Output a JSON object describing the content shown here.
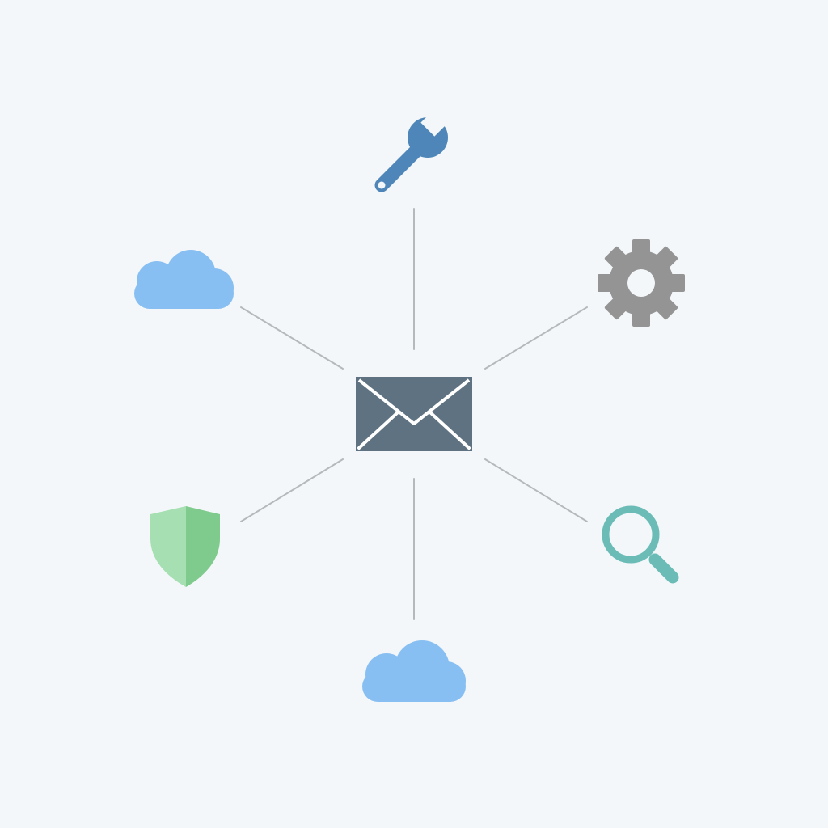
{
  "diagram": {
    "background": "#f3f7f9",
    "connector_color": "#b6b9bb",
    "hub": {
      "icon": "envelope-icon",
      "color": "#5f7282"
    },
    "nodes": [
      {
        "id": "top",
        "icon": "wrench-icon",
        "color": "#4f86b9"
      },
      {
        "id": "upper-right",
        "icon": "gear-icon",
        "color": "#949494"
      },
      {
        "id": "lower-right",
        "icon": "magnifier-icon",
        "color": "#6bbcb7"
      },
      {
        "id": "bottom",
        "icon": "cloud-icon",
        "color": "#88bff2"
      },
      {
        "id": "lower-left",
        "icon": "shield-icon",
        "colors": [
          "#a6dfb1",
          "#7fcb8d"
        ]
      },
      {
        "id": "upper-left",
        "icon": "cloud-icon",
        "color": "#88bff2"
      }
    ]
  }
}
